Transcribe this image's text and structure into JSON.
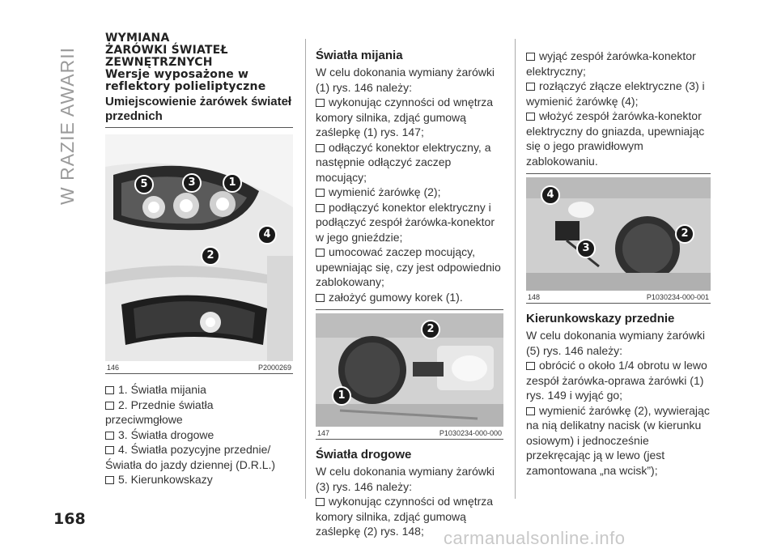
{
  "side_tab": "W RAZIE AWARII",
  "page_number": "168",
  "watermark": "carmanualsonline.info",
  "col1": {
    "heading_line1": "WYMIANA",
    "heading_line2": "ŻARÓWKI ŚWIATEŁ",
    "heading_line3": "ZEWNĘTRZNYCH",
    "subheading_line1": "Wersje wyposażone w",
    "subheading_line2": "reflektory polieliptyczne",
    "section_line1": "Umiejscowienie żarówek świateł",
    "section_line2": "przednich",
    "figure": {
      "number": "146",
      "code": "P2000269",
      "callouts": [
        "5",
        "3",
        "1",
        "4",
        "2"
      ]
    },
    "legend": [
      "1. Światła mijania",
      "2. Przednie światła przeciwmgłowe",
      "3. Światła drogowe",
      "4. Światła pozycyjne przednie/Światła do jazdy dziennej (D.R.L.)",
      "5. Kierunkowskazy"
    ]
  },
  "col2": {
    "section1_title": "Światła mijania",
    "section1_intro": "W celu dokonania wymiany żarówki (1) rys. 146 należy:",
    "section1_steps": [
      "wykonując czynności od wnętrza komory silnika, zdjąć gumową zaślepkę (1) rys. 147;",
      "odłączyć konektor elektryczny, a następnie odłączyć zaczep mocujący;",
      "wymienić żarówkę (2);",
      "podłączyć konektor elektryczny i podłączyć zespół żarówka-konektor w jego gnieździe;",
      "umocować zaczep mocujący, upewniając się, czy jest odpowiednio zablokowany;",
      "założyć gumowy korek (1)."
    ],
    "figure": {
      "number": "147",
      "code": "P1030234-000-000",
      "callouts": [
        "2",
        "1"
      ]
    },
    "section2_title": "Światła drogowe",
    "section2_intro": "W celu dokonania wymiany żarówki (3) rys. 146 należy:",
    "section2_steps": [
      "wykonując czynności od wnętrza komory silnika, zdjąć gumową zaślepkę (2) rys. 148;"
    ]
  },
  "col3": {
    "steps": [
      "wyjąć zespół żarówka-konektor elektryczny;",
      "rozłączyć złącze elektryczne (3) i wymienić żarówkę (4);",
      "włożyć zespół żarówka-konektor elektryczny do gniazda, upewniając się o jego prawidłowym zablokowaniu."
    ],
    "figure": {
      "number": "148",
      "code": "P1030234-000-001",
      "callouts": [
        "4",
        "3",
        "2"
      ]
    },
    "section_title": "Kierunkowskazy przednie",
    "section_intro": "W celu dokonania wymiany żarówki (5) rys. 146 należy:",
    "section_steps": [
      "obrócić o około 1/4 obrotu w lewo zespół żarówka-oprawa żarówki (1) rys. 149 i wyjąć go;",
      "wymienić żarówkę (2), wywierając na nią delikatny nacisk (w kierunku osiowym) i jednocześnie przekręcając ją w lewo (jest zamontowana „na wcisk”);"
    ]
  }
}
